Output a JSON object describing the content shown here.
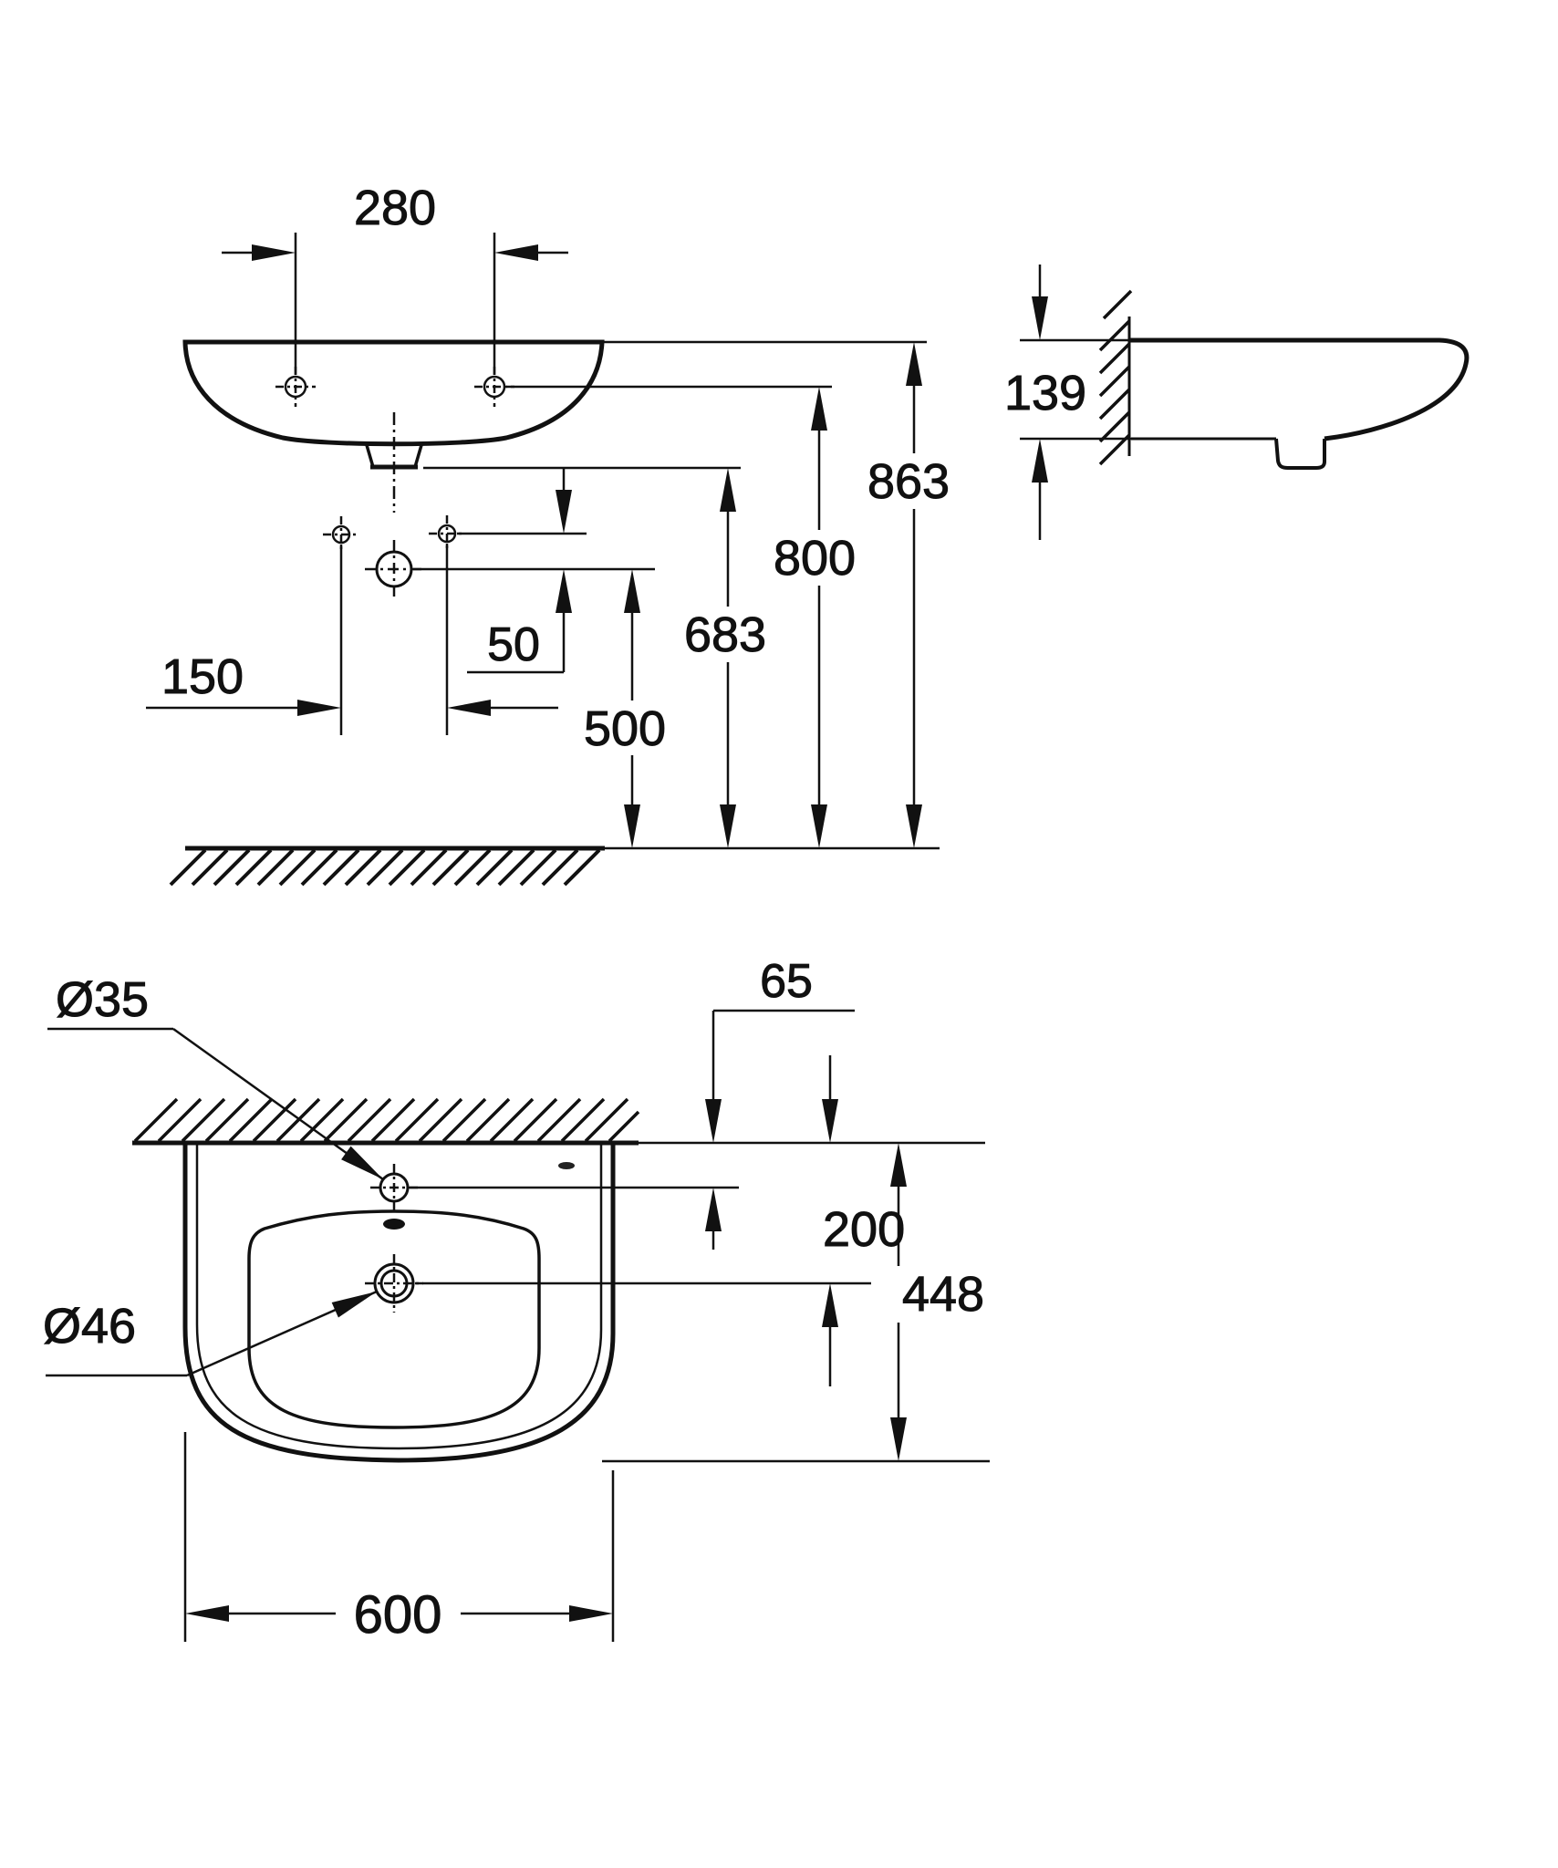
{
  "drawing": {
    "type": "technical-dimension-drawing",
    "product": "wall-hung washbasin",
    "views": {
      "front": {
        "dims": {
          "tap_hole_spacing": "280",
          "height_rim": "863",
          "height_fixing_holes": "800",
          "height_outlet": "683",
          "height_trap": "500",
          "supply_spacing": "150",
          "trap_offset": "50"
        }
      },
      "side": {
        "dims": {
          "depth_at_wall": "139"
        }
      },
      "plan": {
        "dims": {
          "faucet_hole_diameter": "Ø35",
          "faucet_hole_to_wall": "65",
          "drain_to_wall": "200",
          "overall_depth": "448",
          "drain_diameter": "Ø46",
          "overall_width": "600"
        }
      }
    }
  }
}
